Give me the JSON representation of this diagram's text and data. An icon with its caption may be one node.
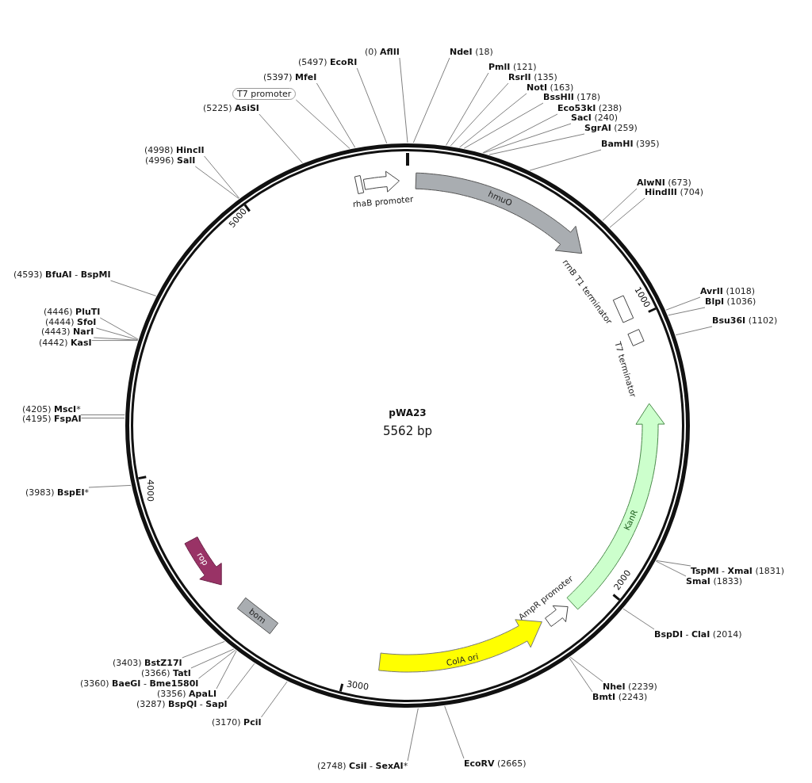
{
  "diagram": {
    "nodes": [
      {
        "text": [
          "(0) **AflII**"
        ]
      },
      {
        "text": [
          "**NdeI** (18)"
        ]
      },
      {
        "text": [
          "(5497) **EcoRI**"
        ]
      },
      {
        "text": [
          "**PmlI** (121)"
        ]
      },
      {
        "text": [
          "(5397) **MfeI**"
        ]
      },
      {
        "text": [
          "**RsrII** (135)"
        ]
      },
      {
        "text": [
          "**NotI** (163)"
        ]
      },
      {
        "text": [
          "T7 promoter"
        ]
      },
      {
        "text": [
          "**BssHII** (178)"
        ]
      },
      {
        "text": [
          "(5225) **AsiSI**"
        ]
      },
      {
        "text": [
          "**Eco53kI** (238)"
        ]
      },
      {
        "text": [
          "**SacI** (240)"
        ]
      },
      {
        "text": [
          "**SgrAI** (259)"
        ]
      },
      {
        "text": [
          "**BamHI** (395)"
        ]
      },
      {
        "text": [
          "(4998) **HincII**"
        ]
      },
      {
        "text": [
          "(4996) **SalI**"
        ]
      },
      {
        "text": [
          "**AlwNI** (673)"
        ]
      },
      {
        "text": [
          "**HindIII** (704)"
        ]
      },
      {
        "text": [
          "rhaB promoter"
        ]
      },
      {
        "text": [
          "hmuO"
        ]
      },
      {
        "text": [
          "(4593) **BfuAI** - **BspMI**"
        ]
      },
      {
        "text": [
          "**AvrII** (1018)"
        ]
      },
      {
        "text": [
          "rrnB T1 terminator"
        ]
      },
      {
        "text": [
          "**BlpI** (1036)"
        ]
      },
      {
        "text": [
          "(4446) **PluTI**"
        ]
      },
      {
        "text": [
          "(4444) **SfoI**"
        ]
      },
      {
        "text": [
          "**Bsu36I** (1102)"
        ]
      },
      {
        "text": [
          "(4443) **NarI**"
        ]
      },
      {
        "text": [
          "(4442) **KasI**"
        ]
      },
      {
        "text": [
          "T7 terminator"
        ]
      },
      {
        "text": [
          "(4205) **MscI***"
        ]
      },
      {
        "text": [
          "(4195) **FspAI**"
        ]
      },
      {
        "text": [
          "(3983) **BspEI***"
        ]
      },
      {
        "text": [
          "KanR"
        ]
      },
      {
        "text": [
          "rop"
        ]
      },
      {
        "text": [
          "**TspMI** - **XmaI** (1831)"
        ]
      },
      {
        "text": [
          "**SmaI** (1833)"
        ]
      },
      {
        "text": [
          "AmpR promoter"
        ]
      },
      {
        "text": [
          "bom"
        ]
      },
      {
        "text": [
          "**BspDI** - **ClaI** (2014)"
        ]
      },
      {
        "text": [
          "ColA ori"
        ]
      },
      {
        "text": [
          "(3403) **BstZ17I**"
        ]
      },
      {
        "text": [
          "(3366) **TatI**"
        ]
      },
      {
        "text": [
          "(3360) **BaeGI** - **Bme1580I**"
        ]
      },
      {
        "text": [
          "**NheI** (2239)"
        ]
      },
      {
        "text": [
          "(3356) **ApaLI**"
        ]
      },
      {
        "text": [
          "**BmtI** (2243)"
        ]
      },
      {
        "text": [
          "(3287) **BspQI** - **SapI**"
        ]
      },
      {
        "text": [
          "(3170) **PciI**"
        ]
      },
      {
        "text": [
          "(2748) **CsiI** - **SexAI***"
        ]
      },
      {
        "text": [
          "**EcoRV** (2665)"
        ]
      }
    ],
    "edges": [
      {
        "from": 0,
        "to": null,
        "arrow": "none"
      },
      {
        "from": 1,
        "to": null,
        "arrow": "none"
      },
      {
        "from": 2,
        "to": null,
        "arrow": "none"
      },
      {
        "from": 3,
        "to": null,
        "arrow": "none"
      },
      {
        "from": 4,
        "to": null,
        "arrow": "none"
      },
      {
        "from": 5,
        "to": null,
        "arrow": "none"
      },
      {
        "from": 6,
        "to": null,
        "arrow": "none"
      },
      {
        "from": 7,
        "to": null,
        "arrow": "none"
      },
      {
        "from": 8,
        "to": null,
        "arrow": "none"
      },
      {
        "from": 9,
        "to": null,
        "arrow": "none"
      },
      {
        "from": 10,
        "to": null,
        "arrow": "none"
      },
      {
        "from": 11,
        "to": null,
        "arrow": "none"
      },
      {
        "from": 12,
        "to": null,
        "arrow": "none"
      },
      {
        "from": 13,
        "to": null,
        "arrow": "none"
      },
      {
        "from": 14,
        "to": null,
        "arrow": "none"
      },
      {
        "from": 15,
        "to": null,
        "arrow": "none"
      },
      {
        "from": 16,
        "to": null,
        "arrow": "none"
      },
      {
        "from": 17,
        "to": null,
        "arrow": "none"
      },
      {
        "from": 20,
        "to": null,
        "arrow": "none"
      },
      {
        "from": 21,
        "to": null,
        "arrow": "none"
      },
      {
        "from": 23,
        "to": null,
        "arrow": "none"
      },
      {
        "from": 24,
        "to": null,
        "arrow": "none"
      },
      {
        "from": 25,
        "to": null,
        "arrow": "none"
      },
      {
        "from": 26,
        "to": null,
        "arrow": "none"
      },
      {
        "from": 27,
        "to": null,
        "arrow": "none"
      },
      {
        "from": 28,
        "to": null,
        "arrow": "none"
      },
      {
        "from": 30,
        "to": null,
        "arrow": "none"
      },
      {
        "from": 31,
        "to": null,
        "arrow": "none"
      },
      {
        "from": 32,
        "to": null,
        "arrow": "none"
      },
      {
        "from": 35,
        "to": null,
        "arrow": "none"
      },
      {
        "from": 36,
        "to": null,
        "arrow": "none"
      },
      {
        "from": 39,
        "to": null,
        "arrow": "none"
      },
      {
        "from": 41,
        "to": null,
        "arrow": "none"
      },
      {
        "from": 42,
        "to": null,
        "arrow": "none"
      },
      {
        "from": 43,
        "to": null,
        "arrow": "none"
      },
      {
        "from": 44,
        "to": null,
        "arrow": "none"
      },
      {
        "from": 45,
        "to": null,
        "arrow": "none"
      },
      {
        "from": 46,
        "to": null,
        "arrow": "none"
      },
      {
        "from": 47,
        "to": null,
        "arrow": "none"
      },
      {
        "from": 48,
        "to": null,
        "arrow": "none"
      },
      {
        "from": 49,
        "to": null,
        "arrow": "none"
      },
      {
        "from": 50,
        "to": null,
        "arrow": "none"
      }
    ],
    "labels": [
      "5000",
      "1000",
      "pWA23",
      "5562 bp",
      "4000",
      "2000",
      "3000"
    ]
  }
}
